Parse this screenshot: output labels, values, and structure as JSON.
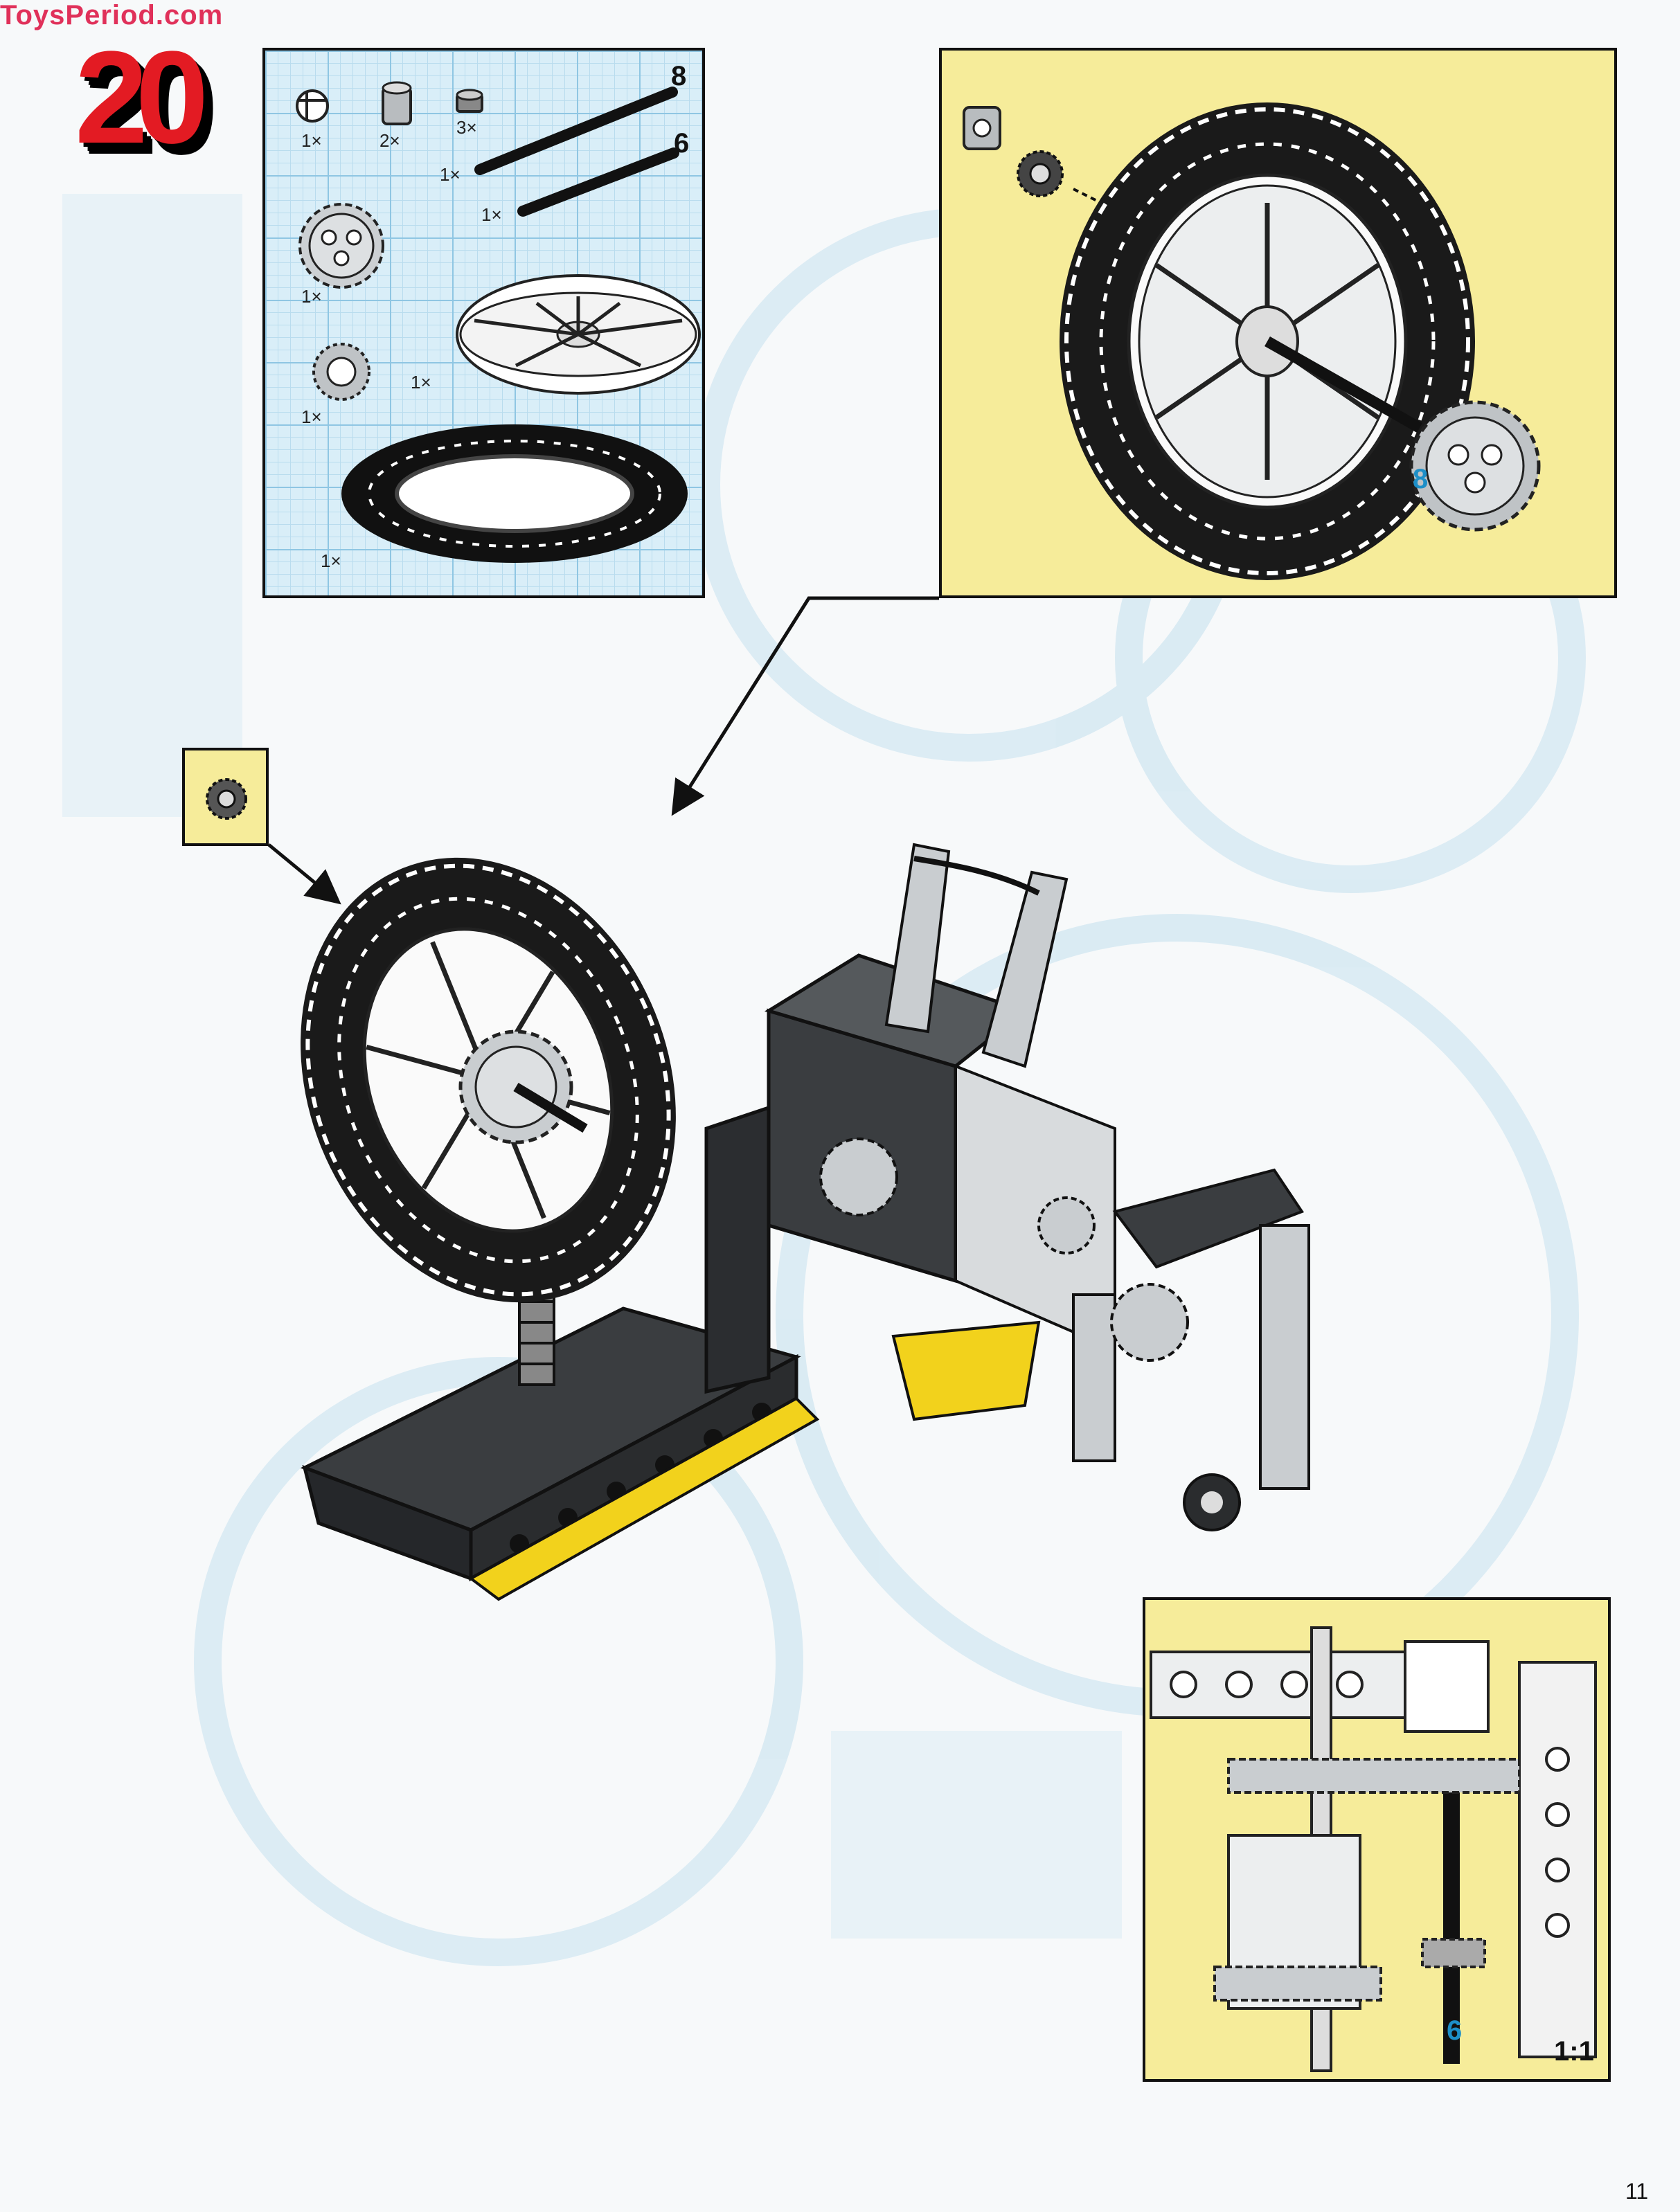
{
  "watermark": "ToysPeriod.com",
  "step": {
    "number": "20"
  },
  "parts_list": {
    "items": [
      {
        "name": "axle-pin",
        "qty": "1×"
      },
      {
        "name": "bush",
        "qty": "2×"
      },
      {
        "name": "half-bush",
        "qty": "3×"
      },
      {
        "name": "axle-8",
        "qty": "1×",
        "length": "8"
      },
      {
        "name": "axle-6",
        "qty": "1×",
        "length": "6"
      },
      {
        "name": "gear-24-tooth",
        "qty": "1×"
      },
      {
        "name": "wheel-rim",
        "qty": "1×"
      },
      {
        "name": "crown-gear",
        "qty": "1×"
      },
      {
        "name": "tire",
        "qty": "1×"
      }
    ]
  },
  "subassembly": {
    "axle_length": "8"
  },
  "detail_view": {
    "axle_length": "6",
    "scale": "1:1"
  },
  "page_number": "11",
  "colors": {
    "step_red": "#e31b23",
    "panel_yellow": "#f6ec9a",
    "grid_blue": "#d9eef8",
    "accent_blue": "#1d8fc8",
    "lego_yellow": "#f2d21c",
    "dark_grey": "#3a3d40",
    "light_grey": "#c9cdd0"
  }
}
